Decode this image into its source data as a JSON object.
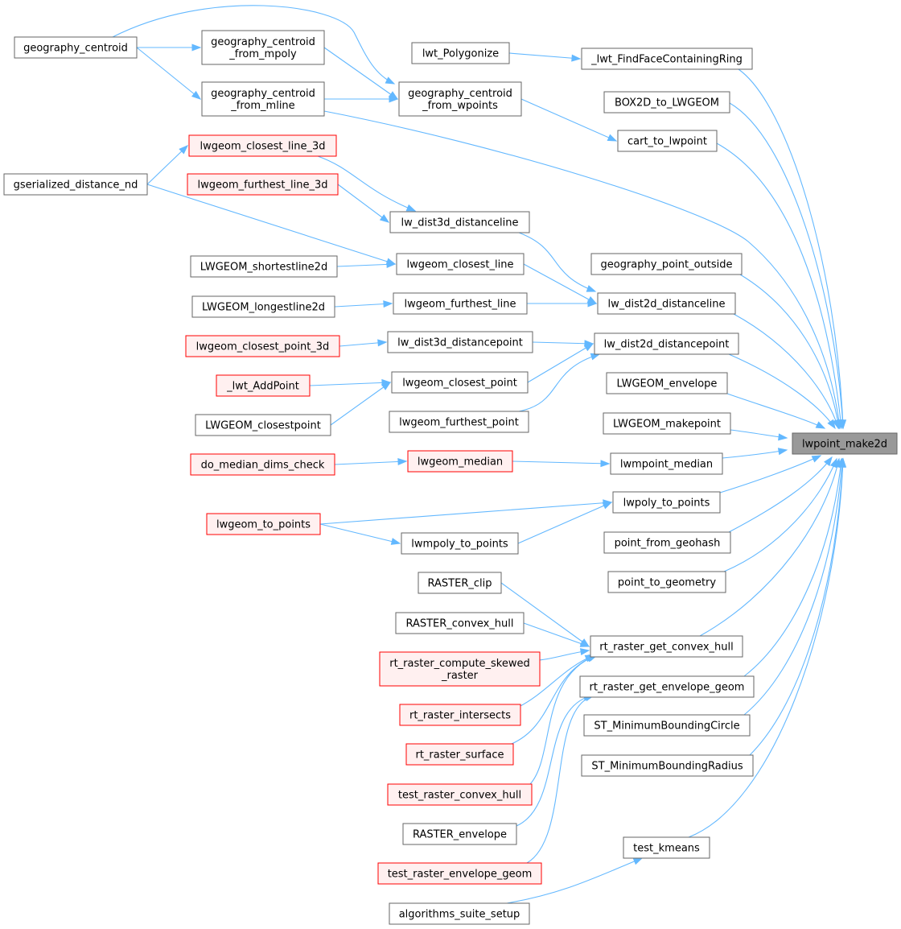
{
  "graph": {
    "target": "lwpoint_make2d",
    "colors": {
      "edge": "#63b8ff",
      "node_fill": "#ffffff",
      "node_border": "#666666",
      "target_fill": "#999999",
      "highlight_fill": "#fff0f0",
      "highlight_border": "#ff0000"
    },
    "nodes": [
      {
        "id": "n0",
        "lines": [
          "lwpoint_make2d"
        ],
        "style": "target"
      },
      {
        "id": "n1",
        "lines": [
          "_lwt_FindFaceContainingRing"
        ],
        "style": "normal"
      },
      {
        "id": "n2",
        "lines": [
          "lwt_Polygonize"
        ],
        "style": "normal"
      },
      {
        "id": "n3",
        "lines": [
          "BOX2D_to_LWGEOM"
        ],
        "style": "normal"
      },
      {
        "id": "n4",
        "lines": [
          "cart_to_lwpoint"
        ],
        "style": "normal"
      },
      {
        "id": "n5",
        "lines": [
          "geography_centroid",
          "_from_wpoints"
        ],
        "style": "normal"
      },
      {
        "id": "n6",
        "lines": [
          "geography_centroid",
          "_from_mpoly"
        ],
        "style": "normal"
      },
      {
        "id": "n7",
        "lines": [
          "geography_centroid",
          "_from_mline"
        ],
        "style": "normal"
      },
      {
        "id": "n8",
        "lines": [
          "geography_centroid"
        ],
        "style": "normal"
      },
      {
        "id": "n9",
        "lines": [
          "geography_point_outside"
        ],
        "style": "normal"
      },
      {
        "id": "n10",
        "lines": [
          "lw_dist2d_distanceline"
        ],
        "style": "normal"
      },
      {
        "id": "n11",
        "lines": [
          "lw_dist3d_distanceline"
        ],
        "style": "normal"
      },
      {
        "id": "n12",
        "lines": [
          "lwgeom_closest_line_3d"
        ],
        "style": "highlight"
      },
      {
        "id": "n13",
        "lines": [
          "gserialized_distance_nd"
        ],
        "style": "normal"
      },
      {
        "id": "n14",
        "lines": [
          "lwgeom_furthest_line_3d"
        ],
        "style": "highlight"
      },
      {
        "id": "n15",
        "lines": [
          "lwgeom_closest_line"
        ],
        "style": "normal"
      },
      {
        "id": "n16",
        "lines": [
          "LWGEOM_shortestline2d"
        ],
        "style": "normal"
      },
      {
        "id": "n17",
        "lines": [
          "lwgeom_furthest_line"
        ],
        "style": "normal"
      },
      {
        "id": "n18",
        "lines": [
          "LWGEOM_longestline2d"
        ],
        "style": "normal"
      },
      {
        "id": "n19",
        "lines": [
          "lw_dist2d_distancepoint"
        ],
        "style": "normal"
      },
      {
        "id": "n20",
        "lines": [
          "lw_dist3d_distancepoint"
        ],
        "style": "normal"
      },
      {
        "id": "n21",
        "lines": [
          "lwgeom_closest_point_3d"
        ],
        "style": "highlight"
      },
      {
        "id": "n22",
        "lines": [
          "lwgeom_closest_point"
        ],
        "style": "normal"
      },
      {
        "id": "n23",
        "lines": [
          "_lwt_AddPoint"
        ],
        "style": "highlight"
      },
      {
        "id": "n24",
        "lines": [
          "LWGEOM_closestpoint"
        ],
        "style": "normal"
      },
      {
        "id": "n25",
        "lines": [
          "lwgeom_furthest_point"
        ],
        "style": "normal"
      },
      {
        "id": "n26",
        "lines": [
          "LWGEOM_envelope"
        ],
        "style": "normal"
      },
      {
        "id": "n27",
        "lines": [
          "LWGEOM_makepoint"
        ],
        "style": "normal"
      },
      {
        "id": "n28",
        "lines": [
          "lwmpoint_median"
        ],
        "style": "normal"
      },
      {
        "id": "n29",
        "lines": [
          "lwgeom_median"
        ],
        "style": "highlight"
      },
      {
        "id": "n30",
        "lines": [
          "do_median_dims_check"
        ],
        "style": "highlight"
      },
      {
        "id": "n31",
        "lines": [
          "lwpoly_to_points"
        ],
        "style": "normal"
      },
      {
        "id": "n32",
        "lines": [
          "lwgeom_to_points"
        ],
        "style": "highlight"
      },
      {
        "id": "n33",
        "lines": [
          "lwmpoly_to_points"
        ],
        "style": "normal"
      },
      {
        "id": "n34",
        "lines": [
          "point_from_geohash"
        ],
        "style": "normal"
      },
      {
        "id": "n35",
        "lines": [
          "point_to_geometry"
        ],
        "style": "normal"
      },
      {
        "id": "n36",
        "lines": [
          "rt_raster_get_convex_hull"
        ],
        "style": "normal"
      },
      {
        "id": "n37",
        "lines": [
          "RASTER_clip"
        ],
        "style": "normal"
      },
      {
        "id": "n38",
        "lines": [
          "RASTER_convex_hull"
        ],
        "style": "normal"
      },
      {
        "id": "n39",
        "lines": [
          "rt_raster_compute_skewed",
          "_raster"
        ],
        "style": "highlight"
      },
      {
        "id": "n40",
        "lines": [
          "rt_raster_intersects"
        ],
        "style": "highlight"
      },
      {
        "id": "n41",
        "lines": [
          "rt_raster_surface"
        ],
        "style": "highlight"
      },
      {
        "id": "n42",
        "lines": [
          "test_raster_convex_hull"
        ],
        "style": "highlight"
      },
      {
        "id": "n43",
        "lines": [
          "rt_raster_get_envelope_geom"
        ],
        "style": "normal"
      },
      {
        "id": "n44",
        "lines": [
          "RASTER_envelope"
        ],
        "style": "normal"
      },
      {
        "id": "n45",
        "lines": [
          "test_raster_envelope_geom"
        ],
        "style": "highlight"
      },
      {
        "id": "n46",
        "lines": [
          "ST_MinimumBoundingCircle"
        ],
        "style": "normal"
      },
      {
        "id": "n47",
        "lines": [
          "ST_MinimumBoundingRadius"
        ],
        "style": "normal"
      },
      {
        "id": "n48",
        "lines": [
          "test_kmeans"
        ],
        "style": "normal"
      },
      {
        "id": "n49",
        "lines": [
          "algorithms_suite_setup"
        ],
        "style": "normal"
      }
    ],
    "edges": [
      {
        "from": "n1",
        "to": "n0"
      },
      {
        "from": "n3",
        "to": "n0"
      },
      {
        "from": "n4",
        "to": "n0"
      },
      {
        "from": "n7",
        "to": "n0"
      },
      {
        "from": "n9",
        "to": "n0"
      },
      {
        "from": "n10",
        "to": "n0"
      },
      {
        "from": "n19",
        "to": "n0"
      },
      {
        "from": "n26",
        "to": "n0"
      },
      {
        "from": "n27",
        "to": "n0"
      },
      {
        "from": "n28",
        "to": "n0"
      },
      {
        "from": "n31",
        "to": "n0"
      },
      {
        "from": "n34",
        "to": "n0"
      },
      {
        "from": "n35",
        "to": "n0"
      },
      {
        "from": "n36",
        "to": "n0"
      },
      {
        "from": "n43",
        "to": "n0"
      },
      {
        "from": "n46",
        "to": "n0"
      },
      {
        "from": "n47",
        "to": "n0"
      },
      {
        "from": "n48",
        "to": "n0"
      },
      {
        "from": "n2",
        "to": "n1"
      },
      {
        "from": "n5",
        "to": "n4"
      },
      {
        "from": "n6",
        "to": "n5"
      },
      {
        "from": "n7",
        "to": "n5"
      },
      {
        "from": "n8",
        "to": "n5"
      },
      {
        "from": "n8",
        "to": "n6"
      },
      {
        "from": "n8",
        "to": "n7"
      },
      {
        "from": "n11",
        "to": "n10"
      },
      {
        "from": "n15",
        "to": "n10"
      },
      {
        "from": "n17",
        "to": "n10"
      },
      {
        "from": "n12",
        "to": "n11"
      },
      {
        "from": "n14",
        "to": "n11"
      },
      {
        "from": "n13",
        "to": "n12"
      },
      {
        "from": "n13",
        "to": "n15"
      },
      {
        "from": "n16",
        "to": "n15"
      },
      {
        "from": "n18",
        "to": "n17"
      },
      {
        "from": "n20",
        "to": "n19"
      },
      {
        "from": "n22",
        "to": "n19"
      },
      {
        "from": "n25",
        "to": "n19"
      },
      {
        "from": "n21",
        "to": "n20"
      },
      {
        "from": "n23",
        "to": "n22"
      },
      {
        "from": "n24",
        "to": "n22"
      },
      {
        "from": "n29",
        "to": "n28"
      },
      {
        "from": "n30",
        "to": "n29"
      },
      {
        "from": "n32",
        "to": "n31"
      },
      {
        "from": "n33",
        "to": "n31"
      },
      {
        "from": "n32",
        "to": "n33"
      },
      {
        "from": "n37",
        "to": "n36"
      },
      {
        "from": "n38",
        "to": "n36"
      },
      {
        "from": "n39",
        "to": "n36"
      },
      {
        "from": "n40",
        "to": "n36"
      },
      {
        "from": "n41",
        "to": "n36"
      },
      {
        "from": "n42",
        "to": "n36"
      },
      {
        "from": "n44",
        "to": "n43"
      },
      {
        "from": "n45",
        "to": "n43"
      },
      {
        "from": "n49",
        "to": "n48"
      }
    ]
  }
}
